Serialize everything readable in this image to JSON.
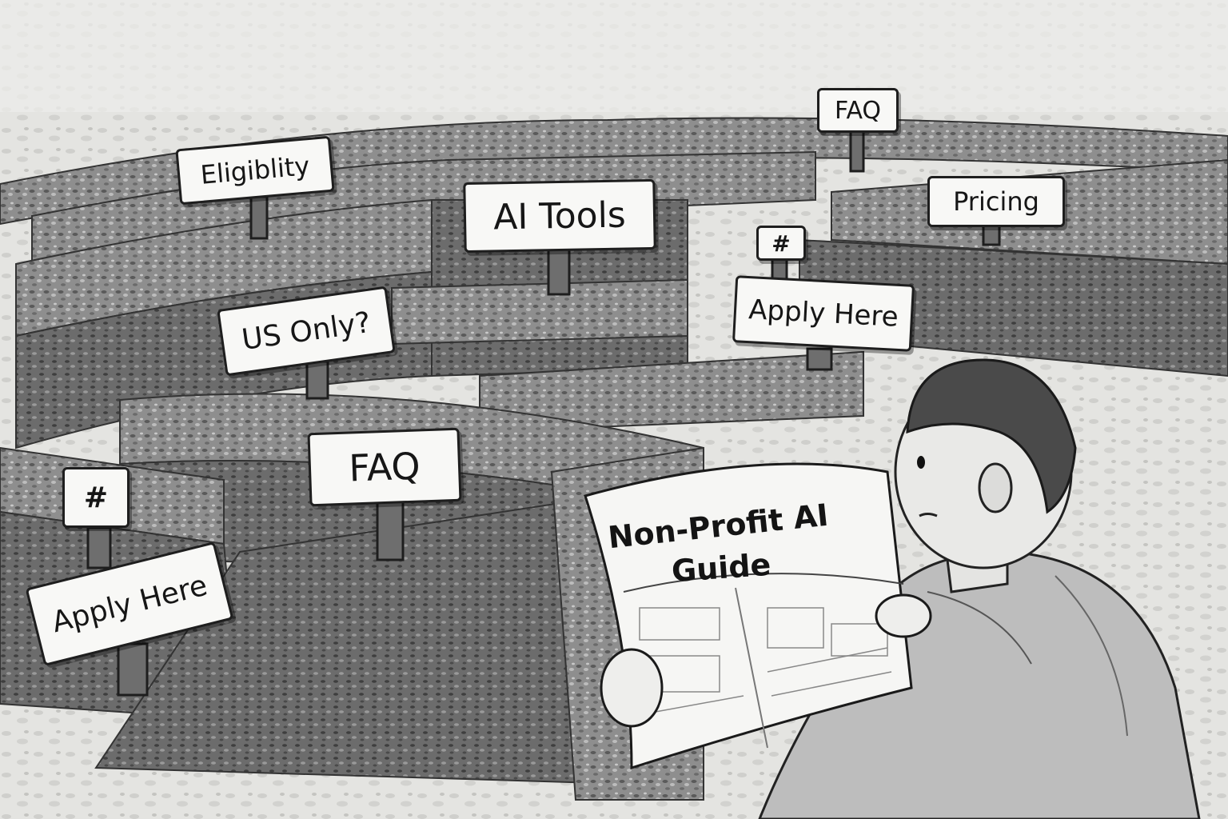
{
  "signs": {
    "eligibility": "Eligiblity",
    "ai_tools": "AI Tools",
    "faq_top": "FAQ",
    "pricing": "Pricing",
    "hash_right": "#",
    "apply_right": "Apply Here",
    "us_only": "US Only?",
    "faq_mid": "FAQ",
    "hash_left": "#",
    "apply_left": "Apply Here"
  },
  "guide": {
    "line1": "Non-Profit AI",
    "line2": "Guide"
  },
  "colors": {
    "hedge_dark": "#5c5c5c",
    "hedge_mid": "#8a8a8a",
    "hedge_light": "#b5b5b5",
    "paper": "#f8f8f6",
    "ink": "#161616"
  }
}
